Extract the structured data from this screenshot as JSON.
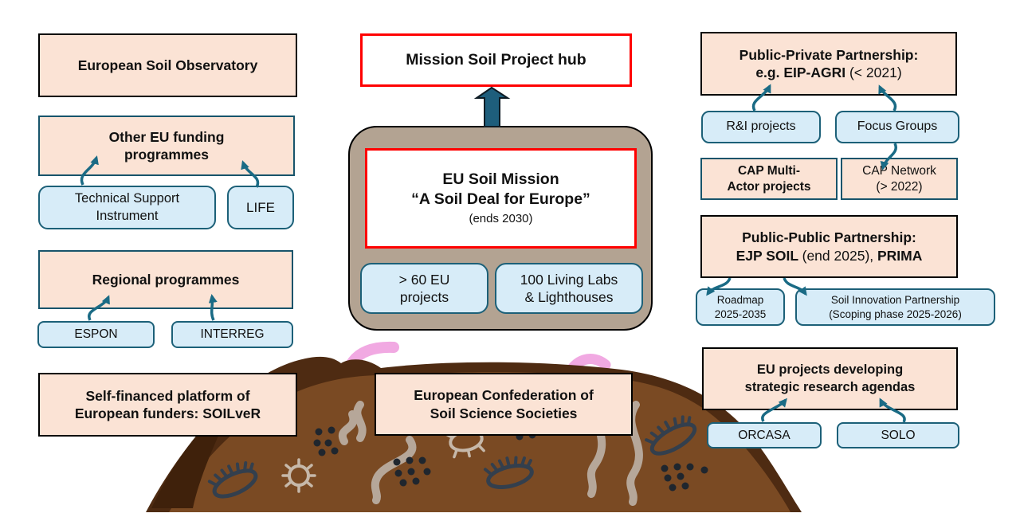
{
  "colors": {
    "peach_fill": "#FBE3D5",
    "blue_fill": "#D7ECF8",
    "teal_border": "#1C6078",
    "red_border": "#FF0000",
    "tan_fill": "#B3A392",
    "arrow_teal": "#1A6B85",
    "soil_main": "#7A4A23",
    "soil_dark": "#4E2B12",
    "soil_darkest": "#3F210B",
    "worm_gray": "#B6A799",
    "bug_dark": "#333F4D",
    "dot_dark": "#1F262E",
    "pink_worm": "#F1A9E2"
  },
  "left": {
    "observatory": "European Soil Observatory",
    "other_funding": {
      "line1": "Other EU funding",
      "line2": "programmes"
    },
    "tsi": {
      "line1": "Technical Support",
      "line2": "Instrument"
    },
    "life": "LIFE",
    "regional": "Regional programmes",
    "espon": "ESPON",
    "interreg": "INTERREG",
    "self_financed": {
      "line1": "Self-financed platform of",
      "line2": "European funders: SOILveR"
    }
  },
  "center": {
    "hub": "Mission Soil Project hub",
    "mission": {
      "line1": "EU Soil Mission",
      "line2": "“A Soil Deal for Europe”",
      "sub": "(ends 2030)"
    },
    "projects": {
      "line1": "> 60 EU",
      "line2": "projects"
    },
    "living_labs": {
      "line1": "100 Living Labs",
      "line2": "& Lighthouses"
    },
    "ecsss": {
      "line1": "European Confederation of",
      "line2": "Soil Science Societies"
    }
  },
  "right": {
    "ppp": {
      "line1": "Public-Private Partnership:",
      "line2_bold": "e.g. EIP-AGRI ",
      "line2_reg": "(< 2021)"
    },
    "rni": "R&I projects",
    "focus": "Focus Groups",
    "cap_multi": {
      "line1": "CAP Multi-",
      "line2": "Actor projects"
    },
    "cap_network": {
      "line1": "CAP Network",
      "line2": "(> 2022)"
    },
    "pubpub": {
      "line1": "Public-Public Partnership:",
      "line2_a": "EJP SOIL ",
      "line2_b": "(end 2025), ",
      "line2_c": "PRIMA"
    },
    "roadmap": {
      "line1": "Roadmap",
      "line2": "2025-2035"
    },
    "soil_innovation": {
      "line1": "Soil Innovation Partnership",
      "line2": "(Scoping phase 2025-2026)"
    },
    "eu_projects": {
      "line1": "EU projects developing",
      "line2": "strategic research agendas"
    },
    "orcasa": "ORCASA",
    "solo": "SOLO"
  }
}
